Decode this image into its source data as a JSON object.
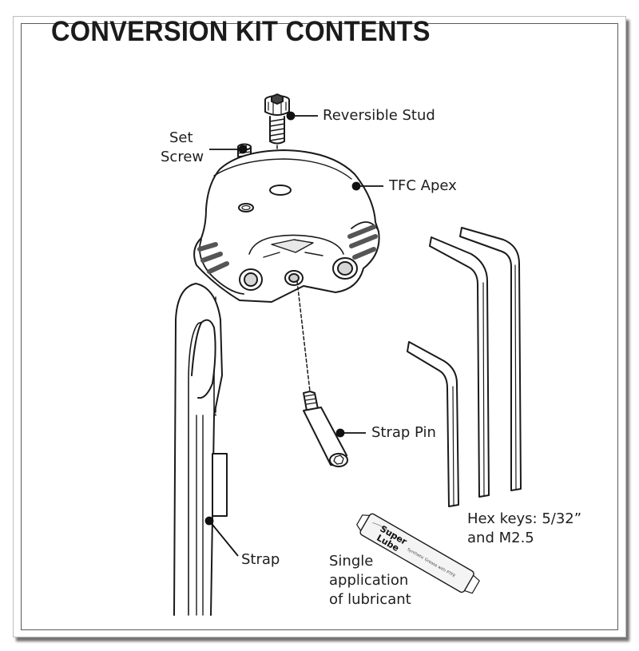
{
  "title": "CONVERSION KIT CONTENTS",
  "labels": {
    "reversible_stud": "Reversible Stud",
    "set_screw_line1": "Set",
    "set_screw_line2": "Screw",
    "tfc_apex": "TFC Apex",
    "strap_pin": "Strap Pin",
    "strap": "Strap",
    "hex_keys_line1": "Hex keys: 5/32”",
    "hex_keys_line2": "and M2.5",
    "lubricant_line1": "Single",
    "lubricant_line2": "application",
    "lubricant_line3": "of lubricant"
  },
  "lube_packet": {
    "brand_line1": "Super",
    "brand_line2": "Lube",
    "fine_print": "Synthetic Grease with PTFE"
  }
}
